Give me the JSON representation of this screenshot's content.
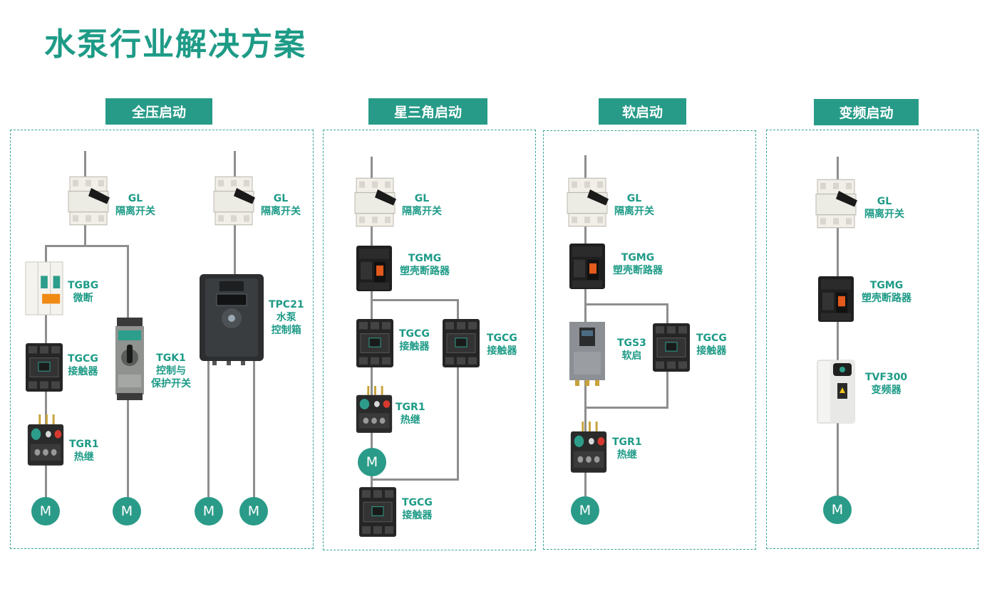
{
  "page": {
    "title": "水泵行业解决方案"
  },
  "colors": {
    "accent": "#279b88",
    "wire": "#8e8e8e",
    "border": "#3aa797"
  },
  "sections": [
    {
      "name": "全压启动"
    },
    {
      "name": "星三角启动"
    },
    {
      "name": "软启动"
    },
    {
      "name": "变频启动"
    }
  ],
  "labels": {
    "gl": {
      "code": "GL",
      "name": "隔离开关"
    },
    "tgbg": {
      "code": "TGBG",
      "name": "微断"
    },
    "tgcg": {
      "code": "TGCG",
      "name": "接触器"
    },
    "tgr1": {
      "code": "TGR1",
      "name": "热继"
    },
    "tgk1": {
      "code": "TGK1",
      "line1": "控制与",
      "line2": "保护开关"
    },
    "tpc21": {
      "code": "TPC21",
      "line1": "水泵",
      "line2": "控制箱"
    },
    "tgmg": {
      "code": "TGMG",
      "name": "塑壳断路器"
    },
    "tgs3": {
      "code": "TGS3",
      "name": "软启"
    },
    "tvf300": {
      "code": "TVF300",
      "name": "变频器"
    }
  },
  "motor": {
    "symbol": "M"
  }
}
